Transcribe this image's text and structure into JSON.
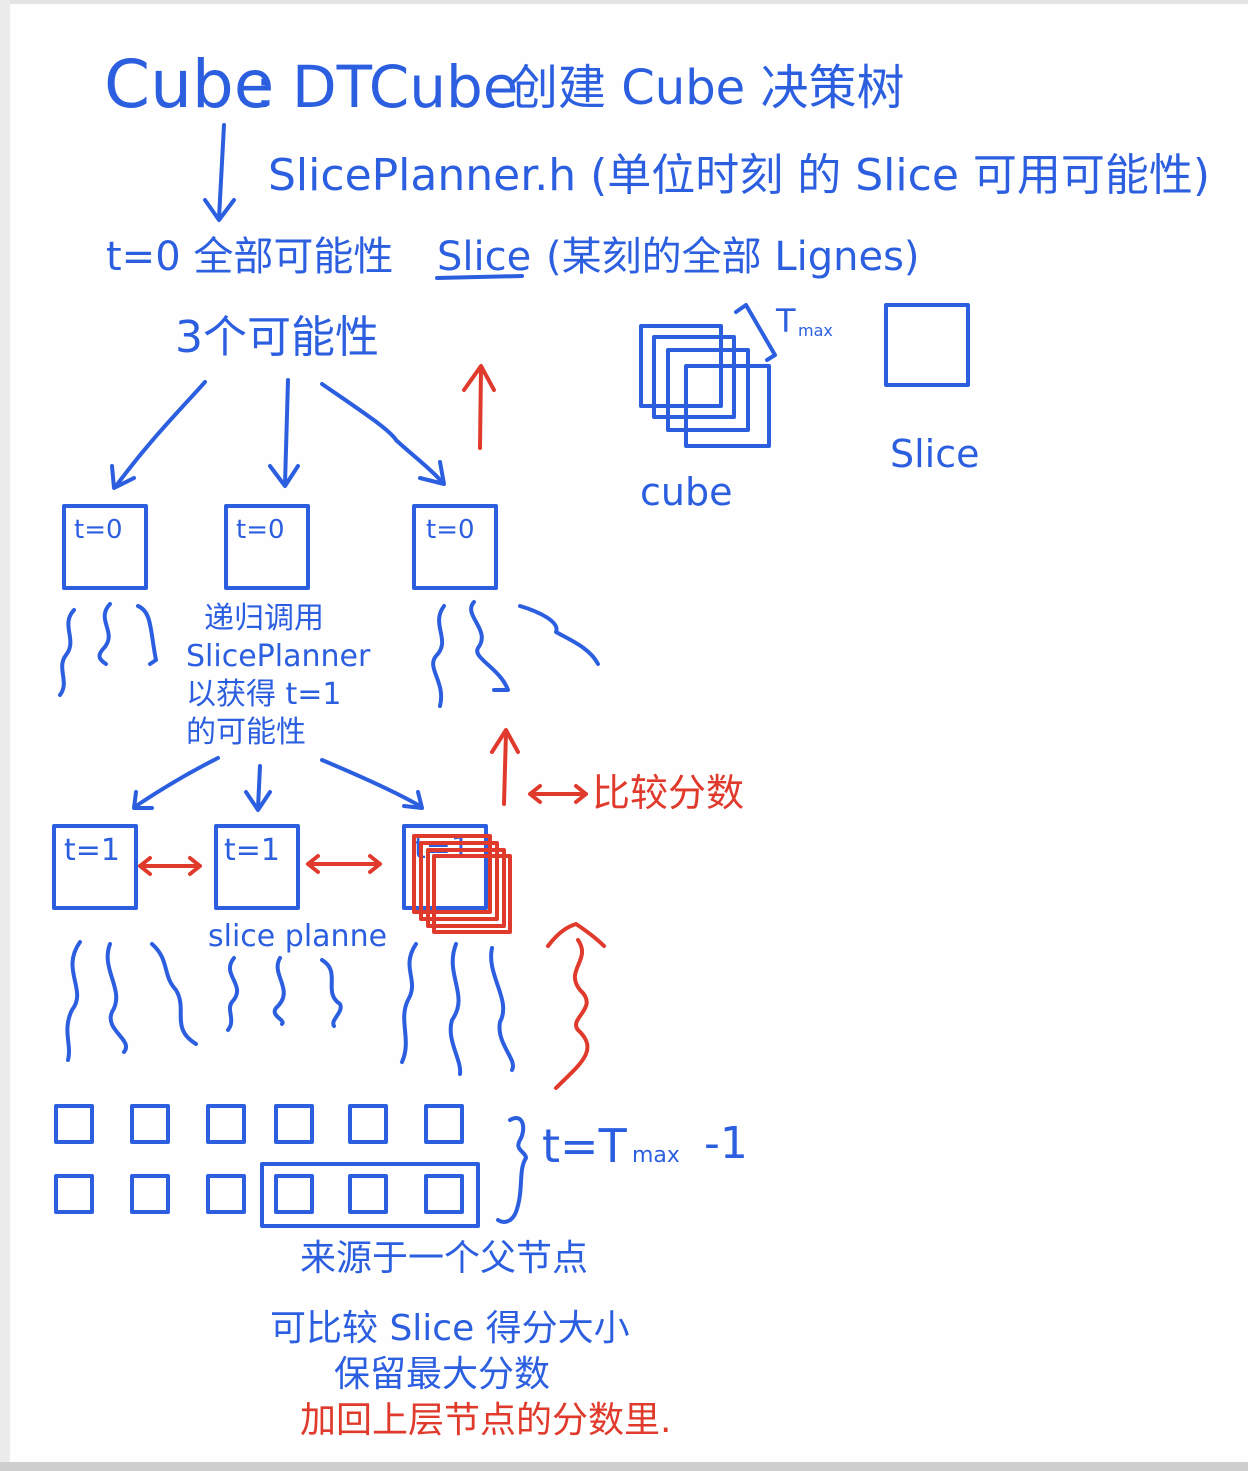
{
  "title": {
    "cube": "Cube",
    "colon": ":",
    "dtcube": "DTCube",
    "rest": "创建 Cube 决策树"
  },
  "slice_planner_line": "SlicePlanner.h (单位时刻 的 Slice 可用可能性)",
  "t0_line": {
    "prefix": "t=0 全部可能性",
    "slice": "Slice",
    "suffix": "(某刻的全部 Lignes)"
  },
  "three_possibilities": "3个可能性",
  "legend": {
    "tmax": "T",
    "tmax_sub": "max",
    "cube_label": "cube",
    "slice_label": "Slice"
  },
  "t0_boxes": [
    "t=0",
    "t=0",
    "t=0"
  ],
  "recursion_note": [
    "递归调用",
    "SlicePlanner",
    "以获得 t=1",
    "的可能性"
  ],
  "compare_scores": "比较分数",
  "t1_boxes": [
    "t=1",
    "t=1",
    "t=1"
  ],
  "slice_planner_small": "slice planne",
  "t_last": {
    "t": "t=T",
    "sub": "max",
    "tail": "-1"
  },
  "same_parent": "来源于一个父节点",
  "notes": [
    "可比较 Slice 得分大小",
    "保留最大分数"
  ],
  "note_red": "加回上层节点的分数里.",
  "colors": {
    "ink_blue": "#2c5fe0",
    "ink_red": "#e03a2c"
  }
}
